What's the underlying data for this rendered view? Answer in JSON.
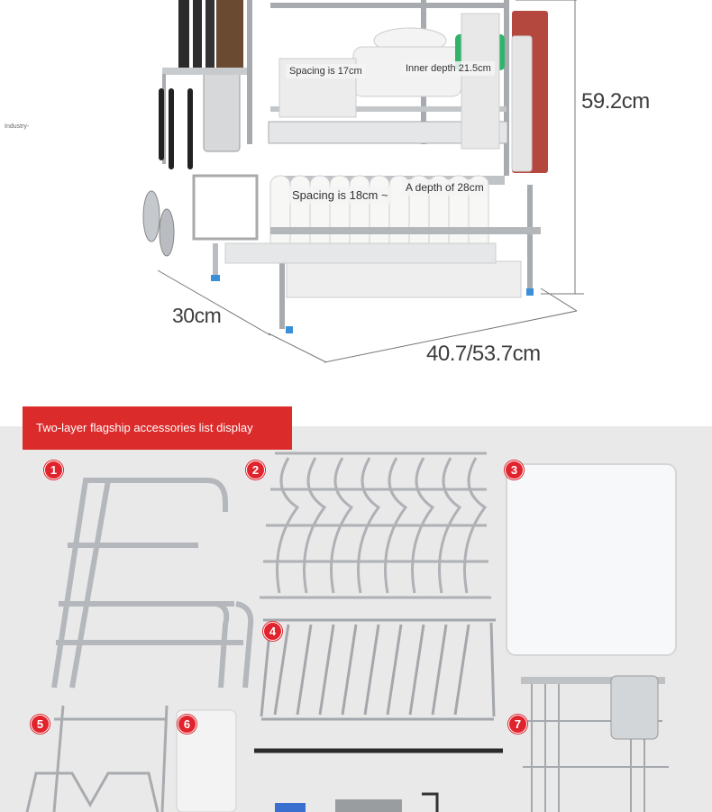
{
  "top_section": {
    "side_note": "Industry-",
    "labels": {
      "upper_spacing": "Spacing is 17cm",
      "upper_depth": "Inner depth 21.5cm",
      "lower_spacing": "Spacing is 18cm ~",
      "lower_depth": "A depth of 28cm"
    },
    "dimensions": {
      "height": "59.2cm",
      "depth": "30cm",
      "width": "40.7/53.7cm"
    }
  },
  "bottom_section": {
    "banner_title": "Two-layer flagship accessories list display",
    "badges": [
      "1",
      "2",
      "3",
      "4",
      "5",
      "6",
      "7"
    ]
  },
  "colors": {
    "banner": "#dc2b2b",
    "badge": "#e0232c",
    "steel": "#b9bcc0",
    "background_gray": "#e9e9e9"
  }
}
